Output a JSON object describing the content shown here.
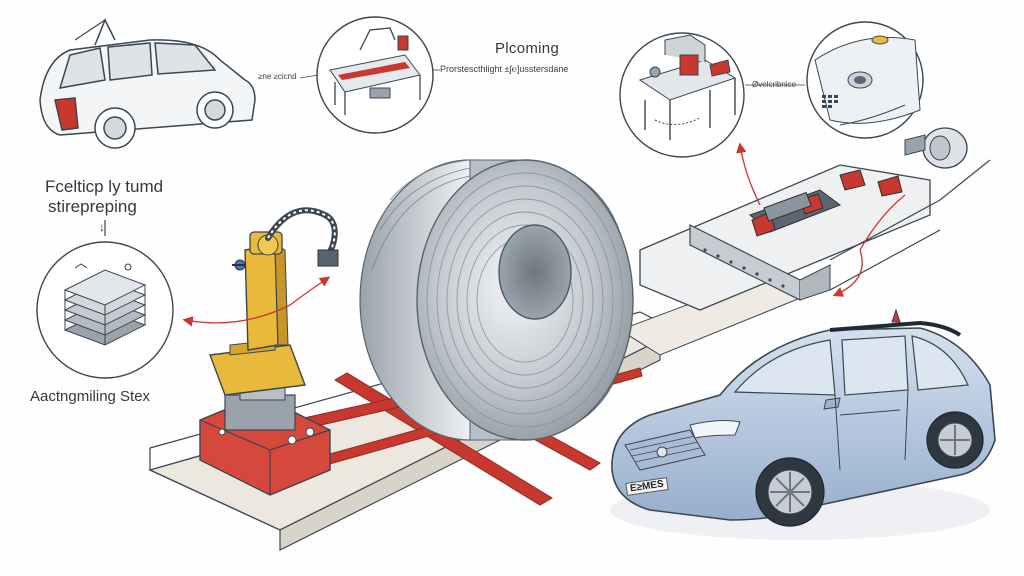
{
  "labels": {
    "top_center_title": "Plcoming",
    "top_center_caption": "Prorstescthlight ±ʃ℮]usstersdane",
    "car_caption": "≥ne ≥cicnd",
    "right_caption": "Øvelcribnice",
    "left_heading_line1": "Fcelticp ly tumd",
    "left_heading_line2": "stirepreping",
    "left_arrow": "↓",
    "stack_caption": "Aactngmiling Stex",
    "plate": "E≥MES"
  },
  "colors": {
    "line": "#3b4650",
    "steel": "#c9cfd5",
    "yellow": "#e8b93a",
    "red": "#c9382f",
    "car_blue": "#b9cbe3",
    "floor": "#ece8e0"
  }
}
